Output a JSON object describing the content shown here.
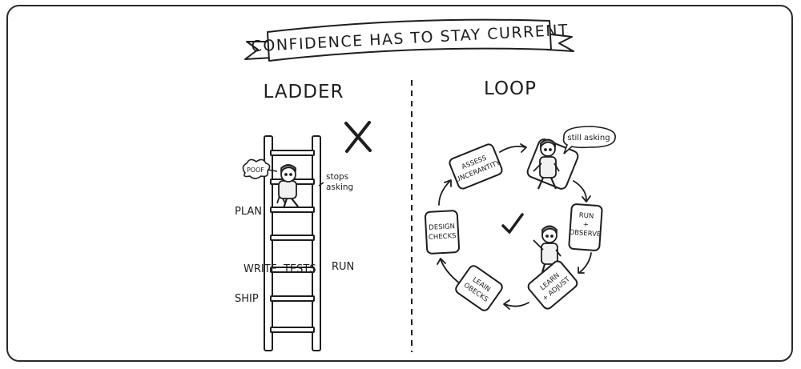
{
  "banner": {
    "title": "CONFIDENCE HAS TO STAY CURRENT"
  },
  "left": {
    "heading": "LADDER",
    "mark": "X",
    "labels": {
      "poof": "POOF",
      "stops_asking": [
        "stops",
        "asking"
      ],
      "plan": "PLAN",
      "write": "WRITE",
      "tests": "TESTS",
      "run": "RUN",
      "ship": "SHIP"
    }
  },
  "right": {
    "heading": "LOOP",
    "mark": "✓",
    "bubble": "still asking",
    "cards": {
      "assess": [
        "ASSESS",
        "UNCERANTITY"
      ],
      "run_observe": [
        "RUN",
        "+",
        "OBSERVE"
      ],
      "learn_adjust": [
        "LEARN",
        "+ ADJUST"
      ],
      "leain_obecks": [
        "LEAIN",
        "OBECKS"
      ],
      "design_checks": [
        "DESIGN",
        "CHECKS"
      ]
    }
  },
  "colors": {
    "ink": "#1e1e1e",
    "figure_fill": "#f2f2f2",
    "paper": "#ffffff"
  }
}
